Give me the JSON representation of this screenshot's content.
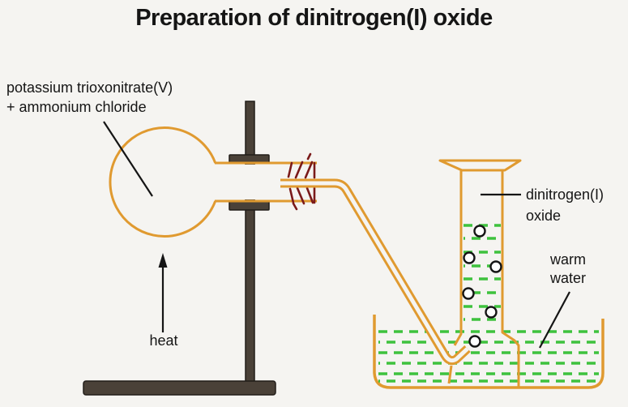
{
  "title": "Preparation of dinitrogen(I) oxide",
  "labels": {
    "reactants": "potassium trioxonitrate(V)\n+ ammonium chloride",
    "heat": "heat",
    "gas": "dinitrogen(I)\noxide",
    "water": "warm\nwater"
  },
  "colors": {
    "bg": "#f5f4f1",
    "ink": "#151515",
    "glass": "#e09a30",
    "glass_fill": "#f3e7cf",
    "stand": "#4a4138",
    "stopper": "#7a1a1a",
    "dash": "#3ec23e"
  }
}
